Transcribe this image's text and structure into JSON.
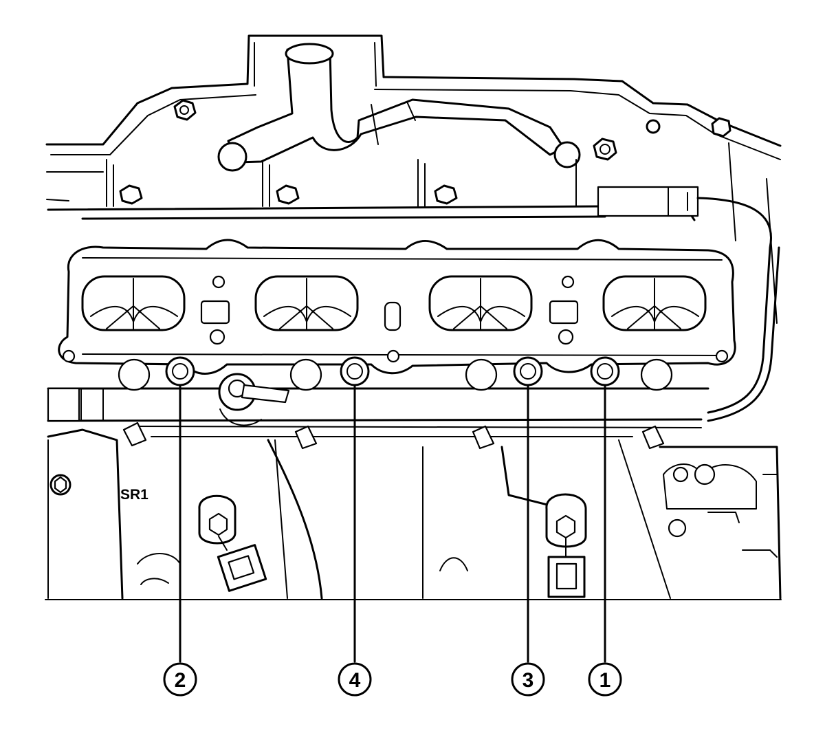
{
  "diagram": {
    "labels": {
      "sr1": "SR1"
    },
    "callouts": [
      {
        "id": "2",
        "label": "2"
      },
      {
        "id": "4",
        "label": "4"
      },
      {
        "id": "3",
        "label": "3"
      },
      {
        "id": "1",
        "label": "1"
      }
    ]
  }
}
